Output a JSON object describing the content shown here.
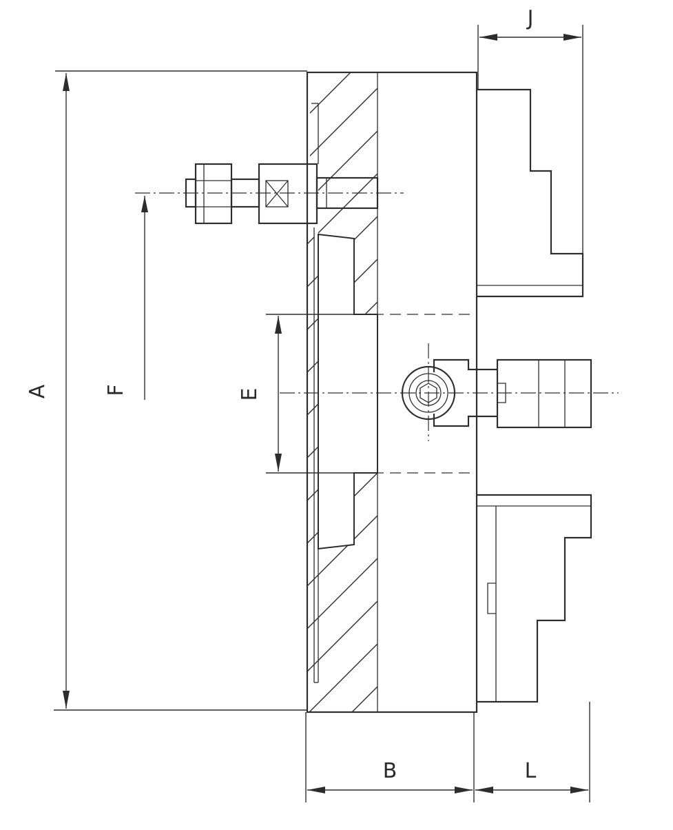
{
  "drawing": {
    "labels": {
      "A": "A",
      "B": "B",
      "E": "E",
      "F": "F",
      "J": "J",
      "L": "L"
    }
  }
}
